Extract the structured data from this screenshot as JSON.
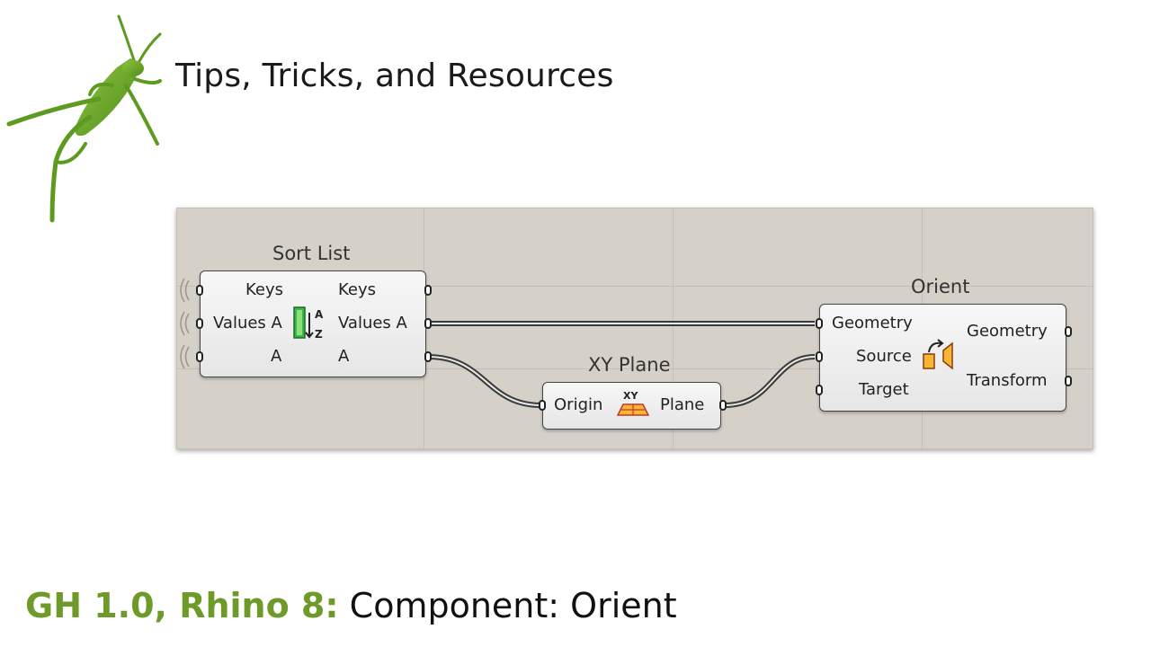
{
  "header": {
    "title": "Tips, Tricks, and Resources",
    "logo_icon": "grasshopper-icon"
  },
  "colors": {
    "brand_green": "#6e9a2a",
    "canvas_bg": "#d5d1c9"
  },
  "components": {
    "sort_list": {
      "title": "Sort List",
      "icon": "sort-az-icon",
      "inputs": [
        "Keys",
        "Values A",
        "A"
      ],
      "outputs": [
        "Keys",
        "Values A",
        "A"
      ]
    },
    "xy_plane": {
      "title": "XY Plane",
      "icon": "xy-plane-icon",
      "inputs": [
        "Origin"
      ],
      "outputs": [
        "Plane"
      ]
    },
    "orient": {
      "title": "Orient",
      "icon": "orient-icon",
      "inputs": [
        "Geometry",
        "Source",
        "Target"
      ],
      "outputs": [
        "Geometry",
        "Transform"
      ]
    }
  },
  "footer": {
    "version": "GH 1.0, Rhino 8:",
    "subject": "Component: Orient"
  }
}
